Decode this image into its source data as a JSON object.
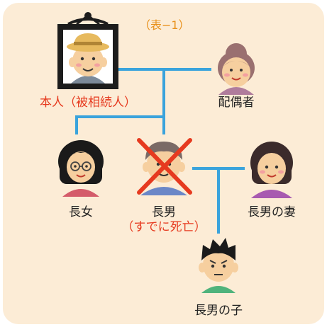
{
  "title": "（表−1）",
  "people": {
    "deceased": {
      "label": "本人（被相続人）",
      "icon": "deceased-grandfather-portrait-icon"
    },
    "spouse": {
      "label": "配偶者",
      "icon": "grandmother-icon"
    },
    "daughter": {
      "label": "長女",
      "icon": "woman-glasses-icon"
    },
    "son": {
      "label": "長男",
      "note": "（すでに死亡）",
      "icon": "man-crossed-out-icon"
    },
    "son_wife": {
      "label": "長男の妻",
      "icon": "woman-icon"
    },
    "grandchild": {
      "label": "長男の子",
      "icon": "boy-icon"
    }
  },
  "colors": {
    "background": "#fcecd6",
    "line": "#3aa3dc",
    "red": "#e63a1f",
    "orange": "#e8901a"
  }
}
